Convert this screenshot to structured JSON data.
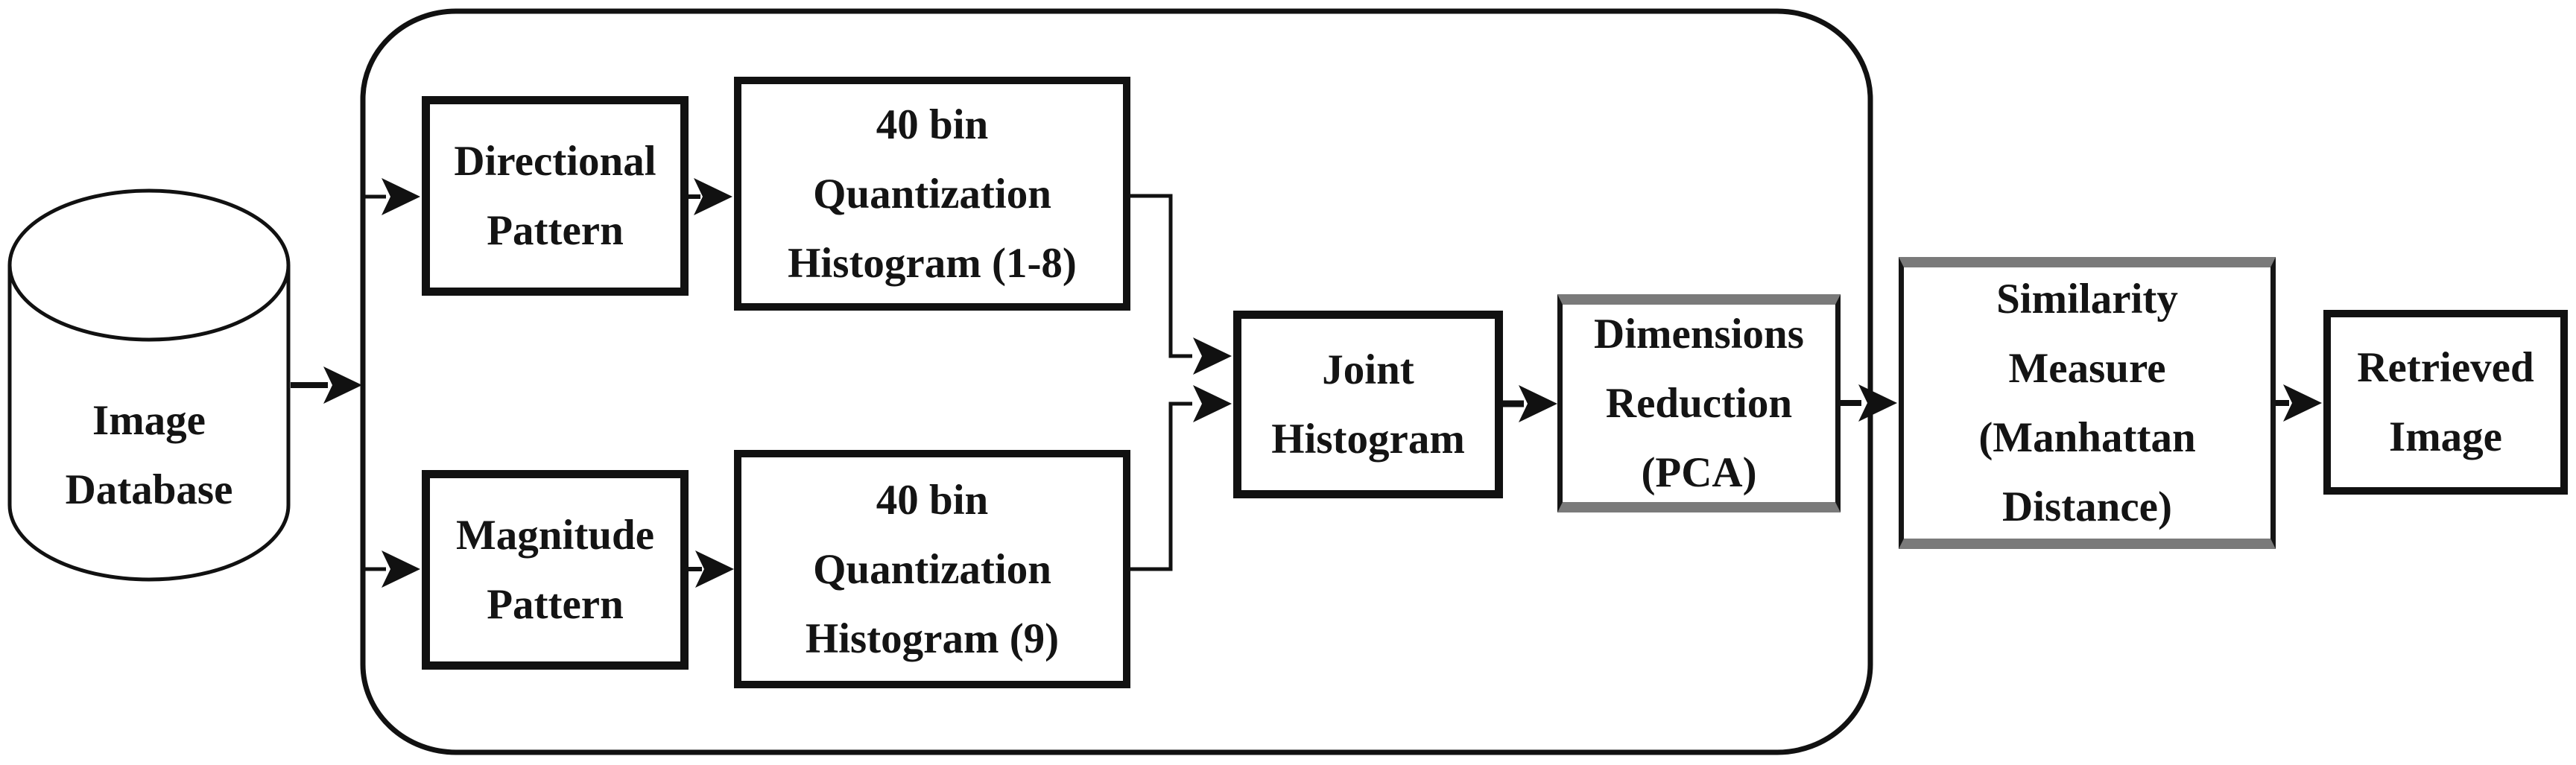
{
  "figure": {
    "colors": {
      "background": "#ffffff",
      "line": "#111111",
      "text": "#141414",
      "special_border_gray": "#7a7a7a",
      "special_border_dark": "#151515"
    },
    "nodes": {
      "image_database": {
        "shape": "cylinder",
        "lines": [
          "Image",
          "Database"
        ]
      },
      "directional_pattern": {
        "shape": "rect",
        "lines": [
          "Directional",
          "Pattern"
        ]
      },
      "magnitude_pattern": {
        "shape": "rect",
        "lines": [
          "Magnitude",
          "Pattern"
        ]
      },
      "quantization_histogram_1_8": {
        "shape": "rect",
        "lines": [
          "40 bin",
          "Quantization",
          "Histogram (1-8)"
        ]
      },
      "quantization_histogram_9": {
        "shape": "rect",
        "lines": [
          "40 bin",
          "Quantization",
          "Histogram (9)"
        ]
      },
      "joint_histogram": {
        "shape": "rect",
        "lines": [
          "Joint",
          "Histogram"
        ]
      },
      "dimensions_reduction_pca": {
        "shape": "rect-gray",
        "lines": [
          "Dimensions",
          "Reduction",
          "(PCA)"
        ]
      },
      "similarity_measure": {
        "shape": "rect-gray",
        "lines": [
          "Similarity",
          "Measure",
          "(Manhattan",
          "Distance)"
        ]
      },
      "retrieved_image": {
        "shape": "rect",
        "lines": [
          "Retrieved",
          "Image"
        ]
      }
    }
  }
}
